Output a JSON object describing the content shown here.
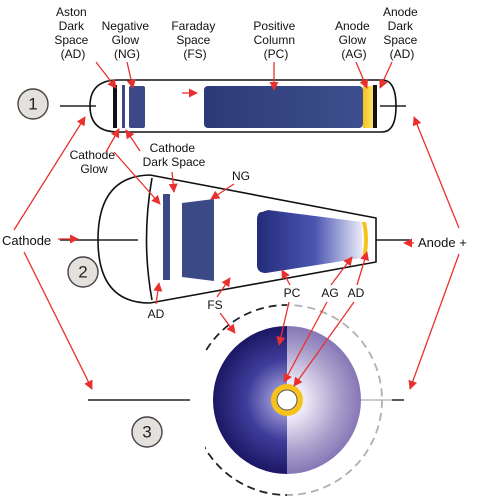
{
  "labels": {
    "aston_dark_space": [
      "Aston",
      "Dark",
      "Space",
      "(AD)"
    ],
    "negative_glow": [
      "Negative",
      "Glow",
      "(NG)"
    ],
    "faraday_space": [
      "Faraday",
      "Space",
      "(FS)"
    ],
    "positive_column": [
      "Positive",
      "Column",
      "(PC)"
    ],
    "anode_glow": [
      "Anode",
      "Glow",
      "(AG)"
    ],
    "anode_dark_space": [
      "Anode",
      "Dark",
      "Space",
      "(AD)"
    ],
    "cathode_glow": [
      "Cathode",
      "Glow"
    ],
    "cathode_dark_space": [
      "Cathode",
      "Dark Space"
    ],
    "ng": "NG",
    "cathode": "Cathode",
    "anode": "Anode +",
    "ad_left": "AD",
    "fs": "FS",
    "pc": "PC",
    "ag": "AG",
    "ad_right": "AD"
  },
  "steps": [
    "1",
    "2",
    "3"
  ],
  "colors": {
    "arrow": "#e8312f",
    "anode_glow": "#f6c21c",
    "glow_dark": "#2a2a74",
    "glow_light": "#e9e4f4"
  }
}
